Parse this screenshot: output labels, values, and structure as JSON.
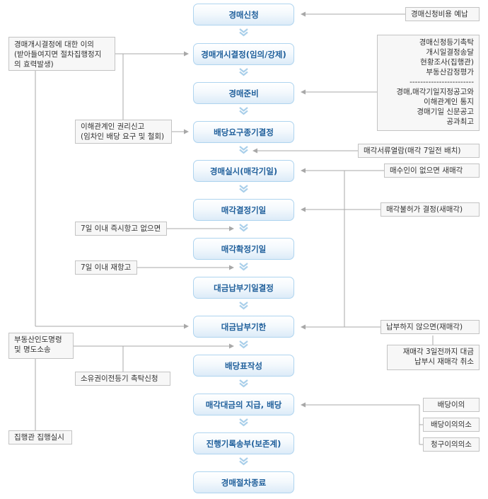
{
  "steps": [
    "경매신청",
    "경매개시결정(임의/강제)",
    "경매준비",
    "배당요구종기결정",
    "경매실시(매각기일)",
    "매각결정기일",
    "매각확정기일",
    "대금납부기일결정",
    "대금납부기한",
    "배당표작성",
    "매각대금의 지급, 배당",
    "진행기록송부(보존계)",
    "경매절차종료"
  ],
  "notes": {
    "cost_prepay": "경매신청비용 예납",
    "decision_effect": [
      "경매개시결정에 대한 이의",
      "(받아들여지면 절차집행정지",
      "의 효력발생)"
    ],
    "prep_tasks": [
      "경매신청등기촉탁",
      "개시일결정송달",
      "현황조사(집행관)",
      "부동산감정평가",
      "------------------------",
      "경매,매각기일지정공고와",
      "이해관계인 통지",
      "경매기일 신문공고",
      "공과최고"
    ],
    "rights_report": [
      "이해관계인 권리신고",
      "(임차인 배당 요구 및 철회)"
    ],
    "docs_view": "매각서류열람(매각 7일전 배치)",
    "no_buyer": "매수인이 없으면 새매각",
    "sale_denied": "매각불허가 결정(새매각)",
    "appeal_7days": "7일 이내 즉시항고 없으면",
    "reappeal_7days": "7일 이내 재항고",
    "unpaid": "납부하지 않으면(재매각)",
    "resale_cancel": [
      "재매각 3일전까지 대금",
      "납부시 재매각 취소"
    ],
    "delivery_order": [
      "부동산인도명령",
      "및 명도소송"
    ],
    "ownership_reg": "소유권이전등기 촉탁신청",
    "enforcement": "집행관 집행실시",
    "objection_dividend": "배당이의",
    "objection_suit": "배당이의의소",
    "claim_suit": "청구이의의소"
  }
}
